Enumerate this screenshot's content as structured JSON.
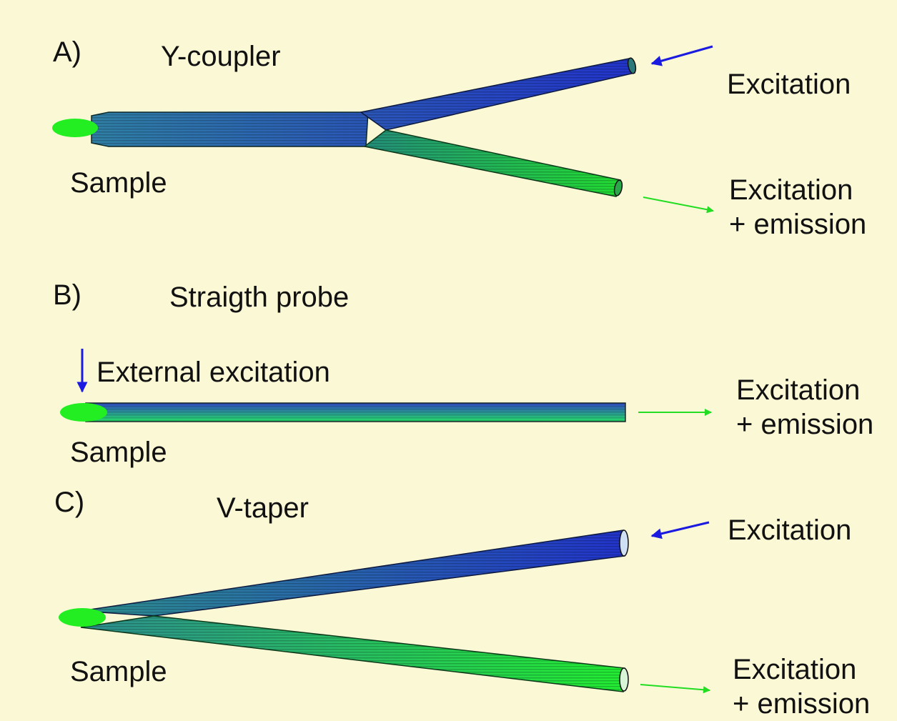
{
  "colors": {
    "background": "#fbf8d6",
    "fiber_blue": "#2438c8",
    "fiber_green": "#22cc22",
    "excitation_arrow": "#1a1ae0",
    "emission_arrow": "#22dd22",
    "sample_spot": "#22ee22"
  },
  "panels": {
    "a": {
      "letter": "A)",
      "title": "Y-coupler",
      "sample": "Sample",
      "input": "Excitation",
      "output_line1": "Excitation",
      "output_line2": "+ emission"
    },
    "b": {
      "letter": "B)",
      "title": "Straigth probe",
      "external": "External excitation",
      "sample": "Sample",
      "output_line1": "Excitation",
      "output_line2": "+ emission"
    },
    "c": {
      "letter": "C)",
      "title": "V-taper",
      "sample": "Sample",
      "input": "Excitation",
      "output_line1": "Excitation",
      "output_line2": "+ emission"
    }
  },
  "icons": {
    "excitation_arrow": "arrow-icon",
    "emission_arrow": "arrow-icon",
    "sample": "ellipse-spot"
  }
}
